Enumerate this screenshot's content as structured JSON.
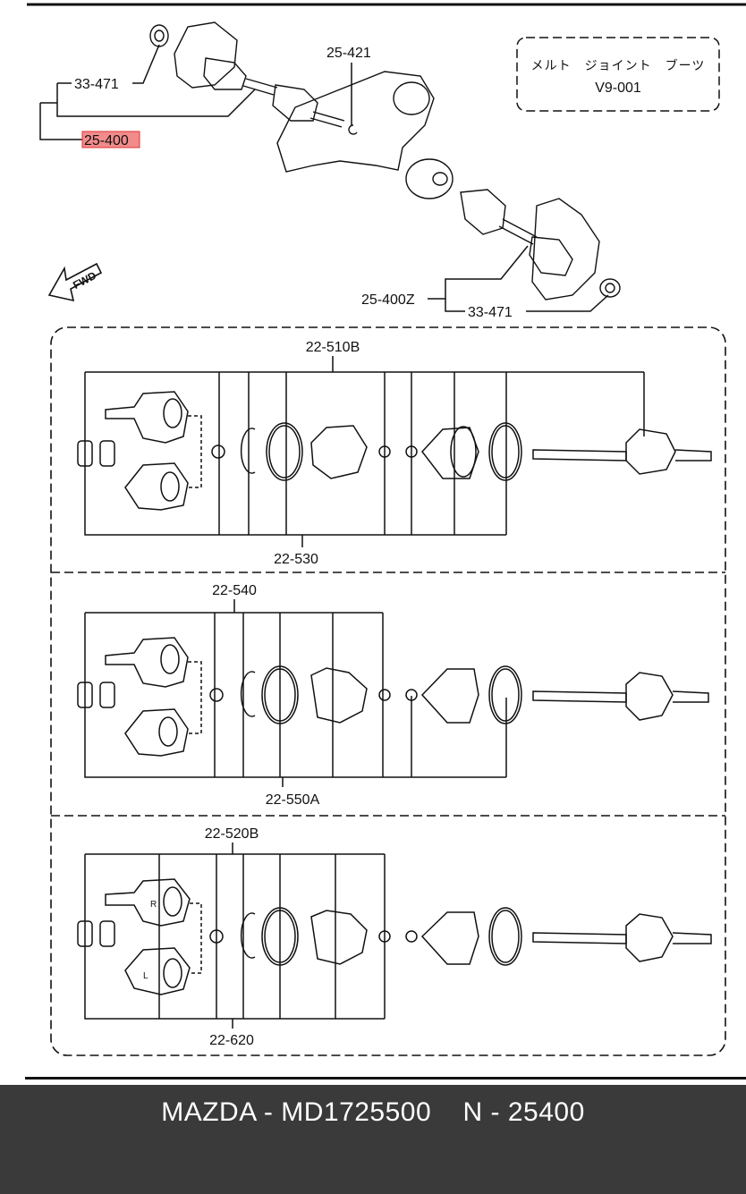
{
  "diagram": {
    "note": {
      "line1": "メルト　ジョイント　ブーツ",
      "line2": "V9-001"
    },
    "callouts": {
      "c_33471_top": "33-471",
      "c_25400_highlight": "25-400",
      "c_25421": "25-421",
      "c_25400z": "25-400Z",
      "c_33471_bottom": "33-471"
    },
    "fwd_label": "FWD",
    "panels": [
      {
        "top_label": "22-510B",
        "bottom_label": "22-530"
      },
      {
        "top_label": "22-540",
        "bottom_label": "22-550A"
      },
      {
        "top_label": "22-520B",
        "bottom_label": "22-620"
      }
    ],
    "side_marks": {
      "right": "R",
      "left": "L"
    },
    "highlight_color": "#f28b8b"
  },
  "footer": {
    "caption": "MAZDA - MD1725500    N - 25400",
    "background": "#3a3a3a"
  }
}
